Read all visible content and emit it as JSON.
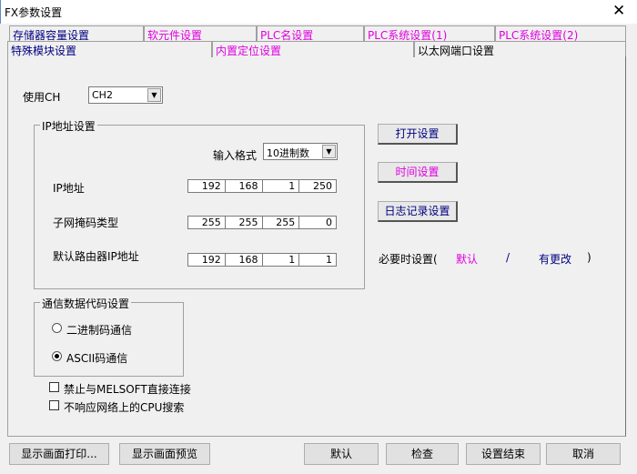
{
  "window": {
    "title": "FX参数设置",
    "close": "✕"
  },
  "tabs_row1": [
    "存储器容量设置",
    "软元件设置",
    "PLC名设置",
    "PLC系统设置(1)",
    "PLC系统设置(2)"
  ],
  "tabs_row2": [
    "特殊模块设置",
    "内置定位设置",
    "以太网端口设置"
  ],
  "channel": {
    "label": "使用CH",
    "value": "CH2"
  },
  "ip_group": {
    "title": "IP地址设置",
    "format_label": "输入格式",
    "format_value": "10进制数",
    "ip_label": "IP地址",
    "ip": [
      "192",
      "168",
      "1",
      "250"
    ],
    "mask_label": "子网掩码类型",
    "mask": [
      "255",
      "255",
      "255",
      "0"
    ],
    "gw_label": "默认路由器IP地址",
    "gw": [
      "192",
      "168",
      "1",
      "1"
    ]
  },
  "buttons": {
    "open": "打开设置",
    "time": "时间设置",
    "log": "日志记录设置"
  },
  "necessity": {
    "label": "必要时设置(",
    "default": "默认",
    "slash": "/",
    "changed": "有更改",
    "close": ")"
  },
  "code_group": {
    "title": "通信数据代码设置",
    "binary": "二进制码通信",
    "ascii": "ASCII码通信",
    "selected": "ascii"
  },
  "checks": {
    "melsoft": "禁止与MELSOFT直接连接",
    "cpu_search": "不响应网络上的CPU搜索"
  },
  "bottom": {
    "print": "显示画面打印...",
    "preview": "显示画面预览",
    "default": "默认",
    "check": "检查",
    "finish": "设置结束",
    "cancel": "取消"
  }
}
